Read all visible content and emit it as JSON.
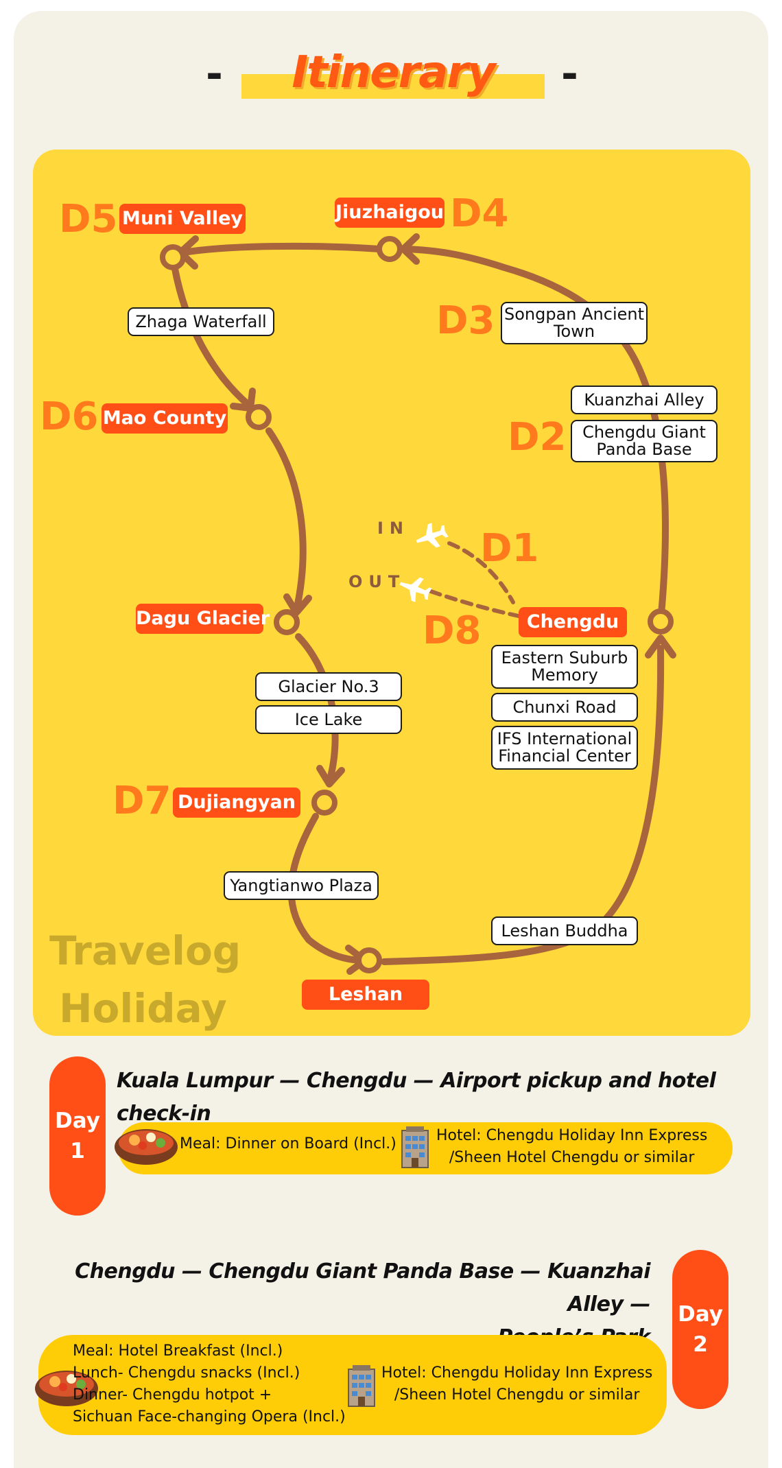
{
  "header": {
    "title": "Itinerary",
    "dash_left": "-",
    "dash_right": "-"
  },
  "brand": {
    "line1": "Travelog",
    "line2": "Holiday"
  },
  "route": {
    "in_label": "IN",
    "out_label": "OUT",
    "days": {
      "d1": "D1",
      "d2": "D2",
      "d3": "D3",
      "d4": "D4",
      "d5": "D5",
      "d6": "D6",
      "d7": "D7",
      "d8": "D8"
    },
    "cities": {
      "chengdu": "Chengdu",
      "jiuzhaigou": "Jiuzhaigou",
      "muni_valley": "Muni Valley",
      "mao_county": "Mao County",
      "dagu_glacier": "Dagu Glacier",
      "dujiangyan": "Dujiangyan",
      "leshan": "Leshan"
    },
    "spots": {
      "songpan": "Songpan Ancient Town",
      "kuanzhai": "Kuanzhai Alley",
      "panda": "Chengdu Giant Panda Base",
      "zhaga": "Zhaga Waterfall",
      "glacier3": "Glacier No.3",
      "icelake": "Ice Lake",
      "eastern": "Eastern Suburb Memory",
      "chunxi": "Chunxi Road",
      "ifs": "IFS International Financial Center",
      "yangtianwo": "Yangtianwo Plaza",
      "leshanbuddha": "Leshan Buddha"
    }
  },
  "days": [
    {
      "pill_label": "Day",
      "pill_number": "1",
      "title": "Kuala Lumpur — Chengdu — Airport pickup and hotel check-in",
      "meal": [
        "Meal: Dinner on Board (Incl.)"
      ],
      "hotel": [
        "Hotel: Chengdu Holiday Inn Express",
        "/Sheen Hotel Chengdu or similar"
      ]
    },
    {
      "pill_label": "Day",
      "pill_number": "2",
      "title_line1": "Chengdu — Chengdu Giant Panda Base — Kuanzhai Alley —",
      "title_line2": "People’s Park",
      "meal": [
        "Meal: Hotel Breakfast (Incl.)",
        "Lunch- Chengdu snacks (Incl.)",
        "Dinner- Chengdu hotpot +",
        "Sichuan Face-changing Opera (Incl.)"
      ],
      "hotel": [
        "Hotel: Chengdu Holiday Inn Express",
        "/Sheen Hotel Chengdu or similar"
      ]
    }
  ],
  "icons": {
    "meal": "hotpot-bowl-icon",
    "hotel": "hotel-building-icon",
    "plane": "airplane-icon"
  },
  "colors": {
    "accent": "#ff4f16",
    "map_bg": "#ffd83c",
    "route": "#a8643c",
    "page_bg": "#f4f2e6",
    "day_num": "#ff7a1c"
  }
}
